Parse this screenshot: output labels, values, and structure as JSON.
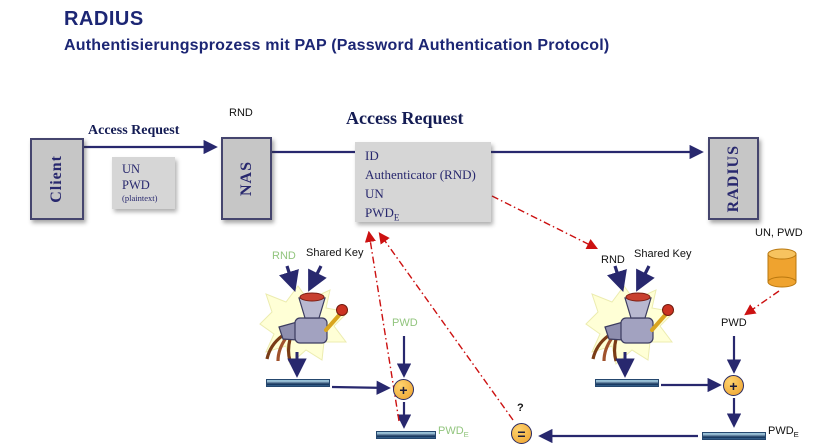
{
  "colors": {
    "navy": "#28286e",
    "title_blue": "#1c2674",
    "red_dashed": "#cc1111",
    "green": "#92c57e",
    "orange": "#eda12d",
    "box_gray": "#c6c6c6",
    "panel_gray": "#d6d6d6"
  },
  "header": {
    "title": "RADIUS",
    "subtitle": "Authentisierungsprozess mit PAP (Password Authentication Protocol)"
  },
  "entities": {
    "client": "Client",
    "nas": "NAS",
    "radius": "RADIUS"
  },
  "flow": {
    "access_request_left": "Access Request",
    "access_request_main": "Access Request",
    "rnd_above_nas": "RND"
  },
  "credentials_box": {
    "un": "UN",
    "pwd": "PWD",
    "plaintext": "(plaintext)"
  },
  "packet_box": {
    "id": "ID",
    "authenticator": "Authenticator (RND)",
    "un": "UN",
    "pwd": "PWD",
    "pwd_sub": "E"
  },
  "left_hash": {
    "rnd": "RND",
    "shared_key": "Shared Key",
    "pwd": "PWD",
    "plus": "+",
    "pwd_e": "PWD",
    "pwd_e_sub": "E"
  },
  "right_hash": {
    "rnd": "RND",
    "shared_key": "Shared Key",
    "pwd": "PWD",
    "plus": "+",
    "pwd_e": "PWD",
    "pwd_e_sub": "E"
  },
  "store": {
    "label": "UN, PWD"
  },
  "compare": {
    "question": "?",
    "equals": "="
  }
}
